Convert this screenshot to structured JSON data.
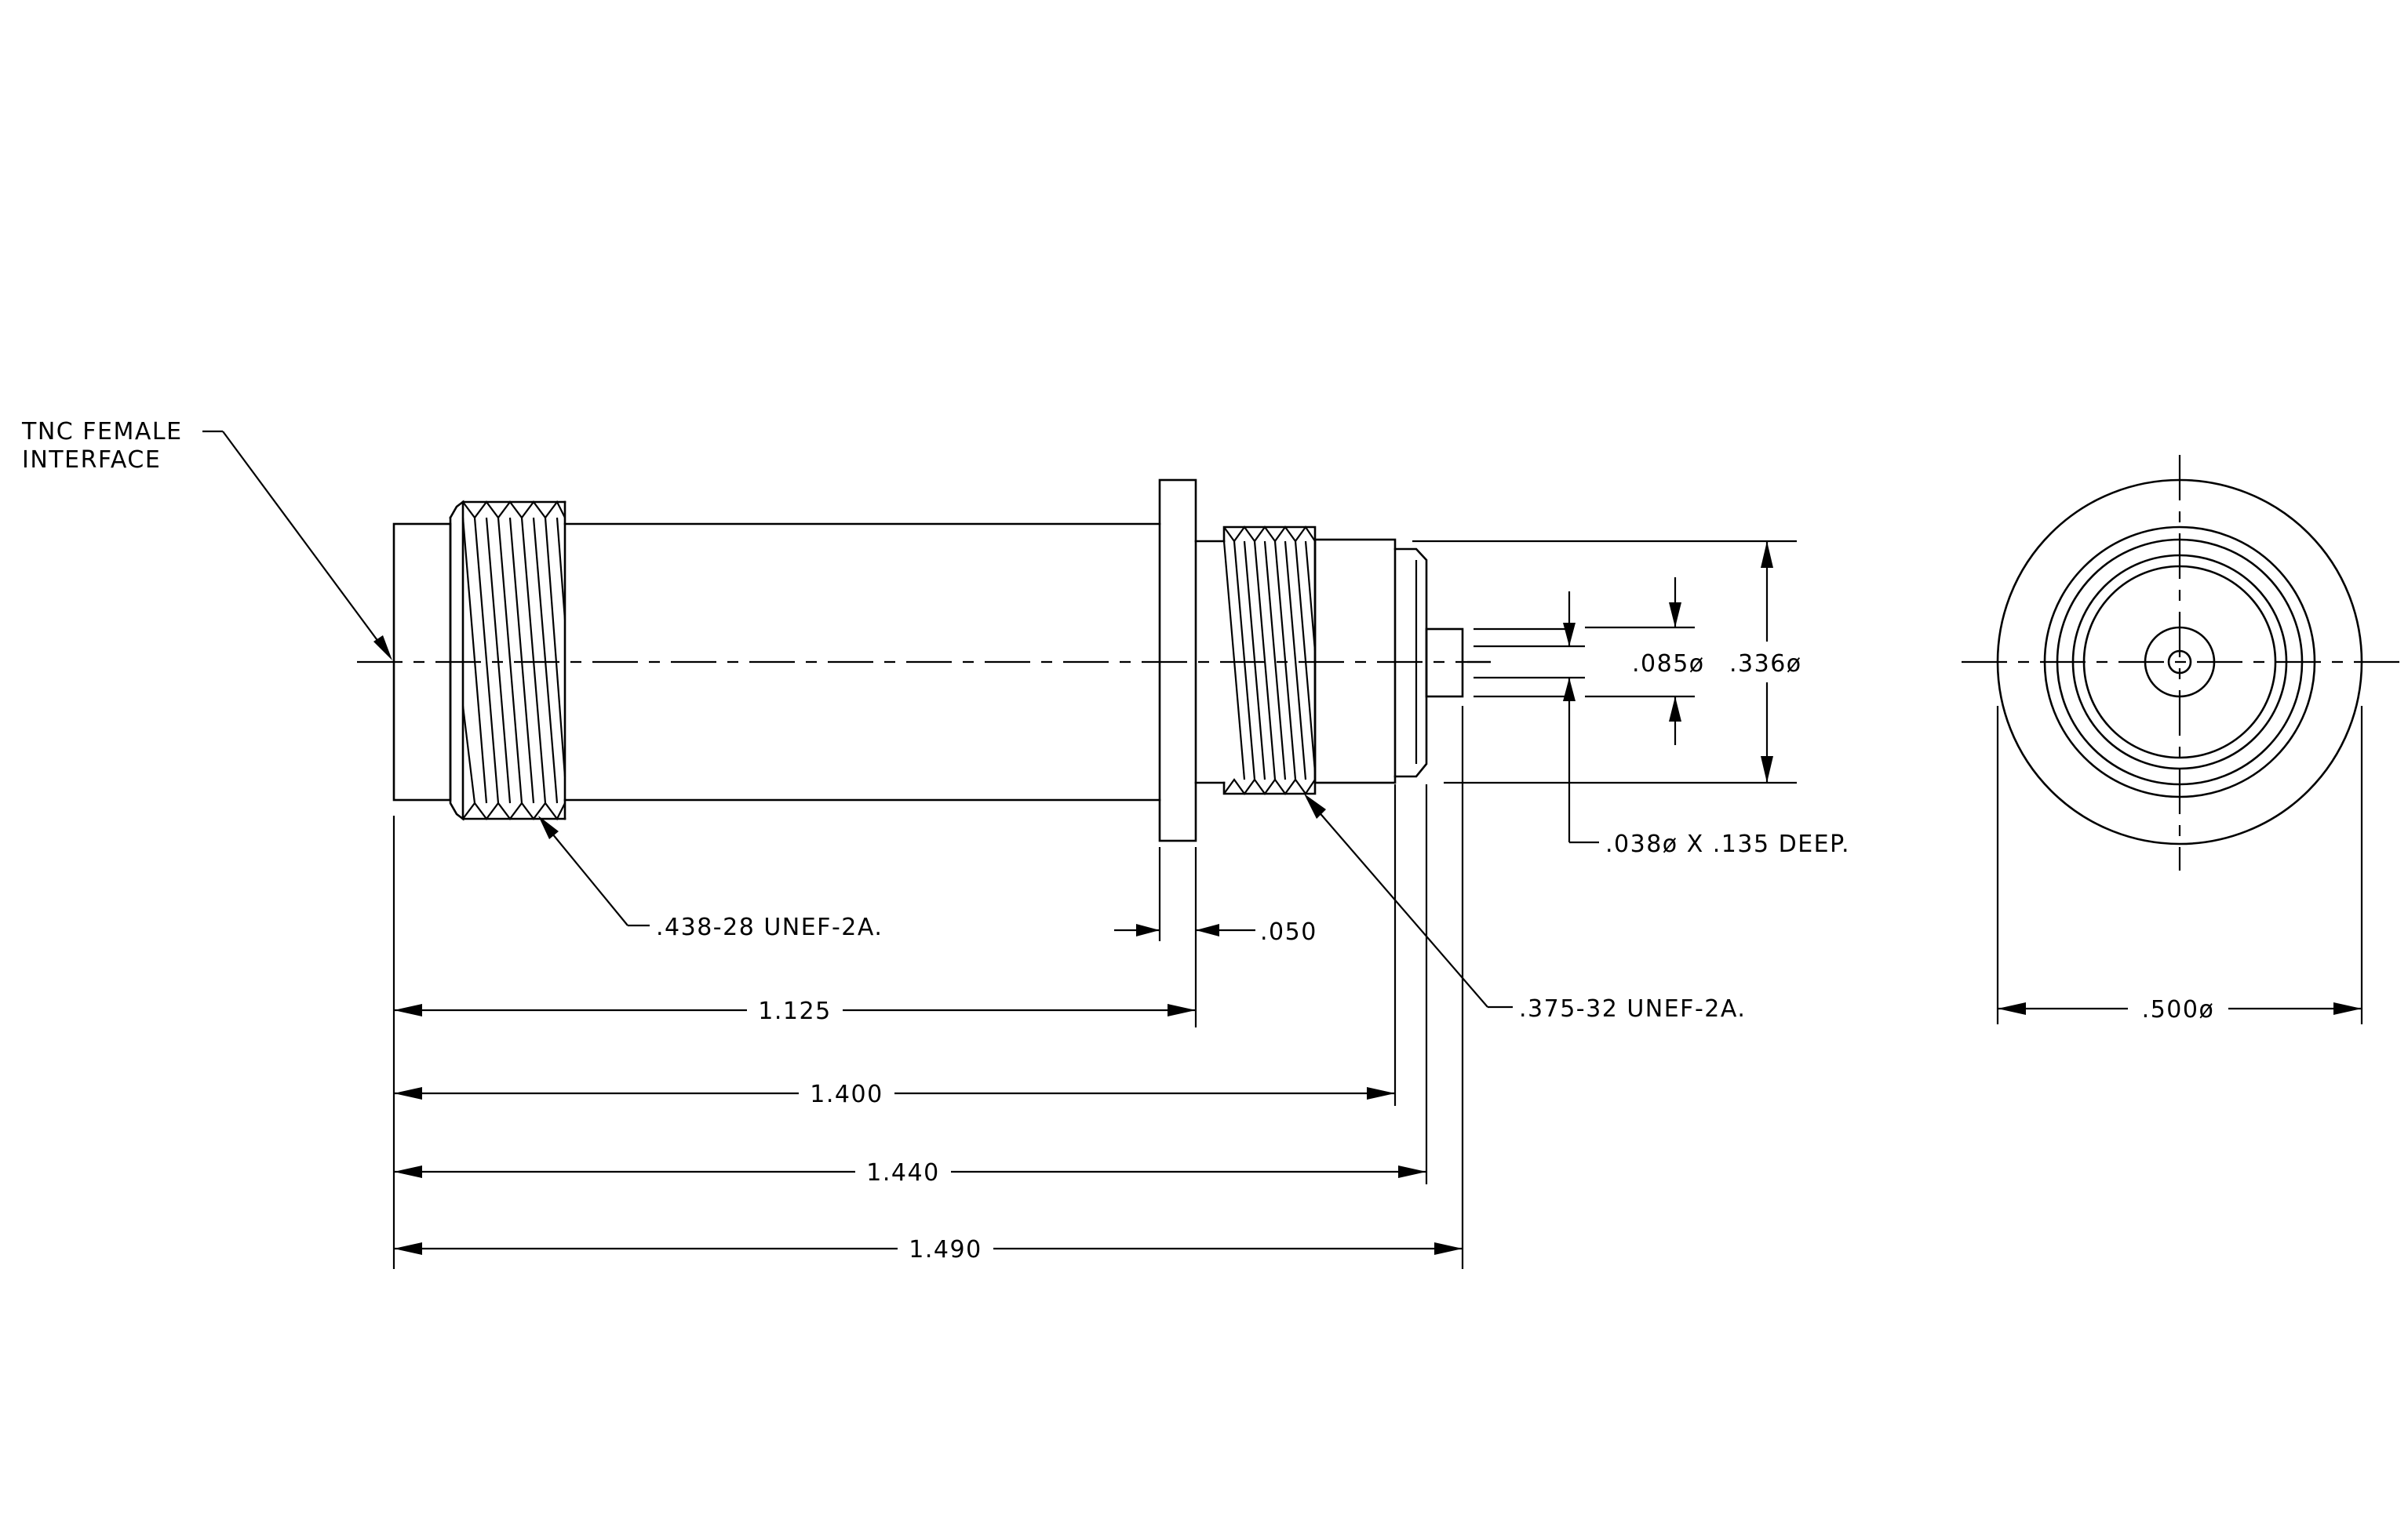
{
  "labels": {
    "interface_line1": "TNC FEMALE",
    "interface_line2": "INTERFACE",
    "thread_large": ".438-28 UNEF-2A.",
    "thread_small": ".375-32 UNEF-2A.",
    "dim_flange": ".050",
    "dim_1125": "1.125",
    "dim_1400": "1.400",
    "dim_1440": "1.440",
    "dim_1490": "1.490",
    "dim_pin_dia": ".085ø",
    "dim_body_dia": ".336ø",
    "dim_hole": ".038ø X .135 DEEP.",
    "dim_od": ".500ø"
  }
}
